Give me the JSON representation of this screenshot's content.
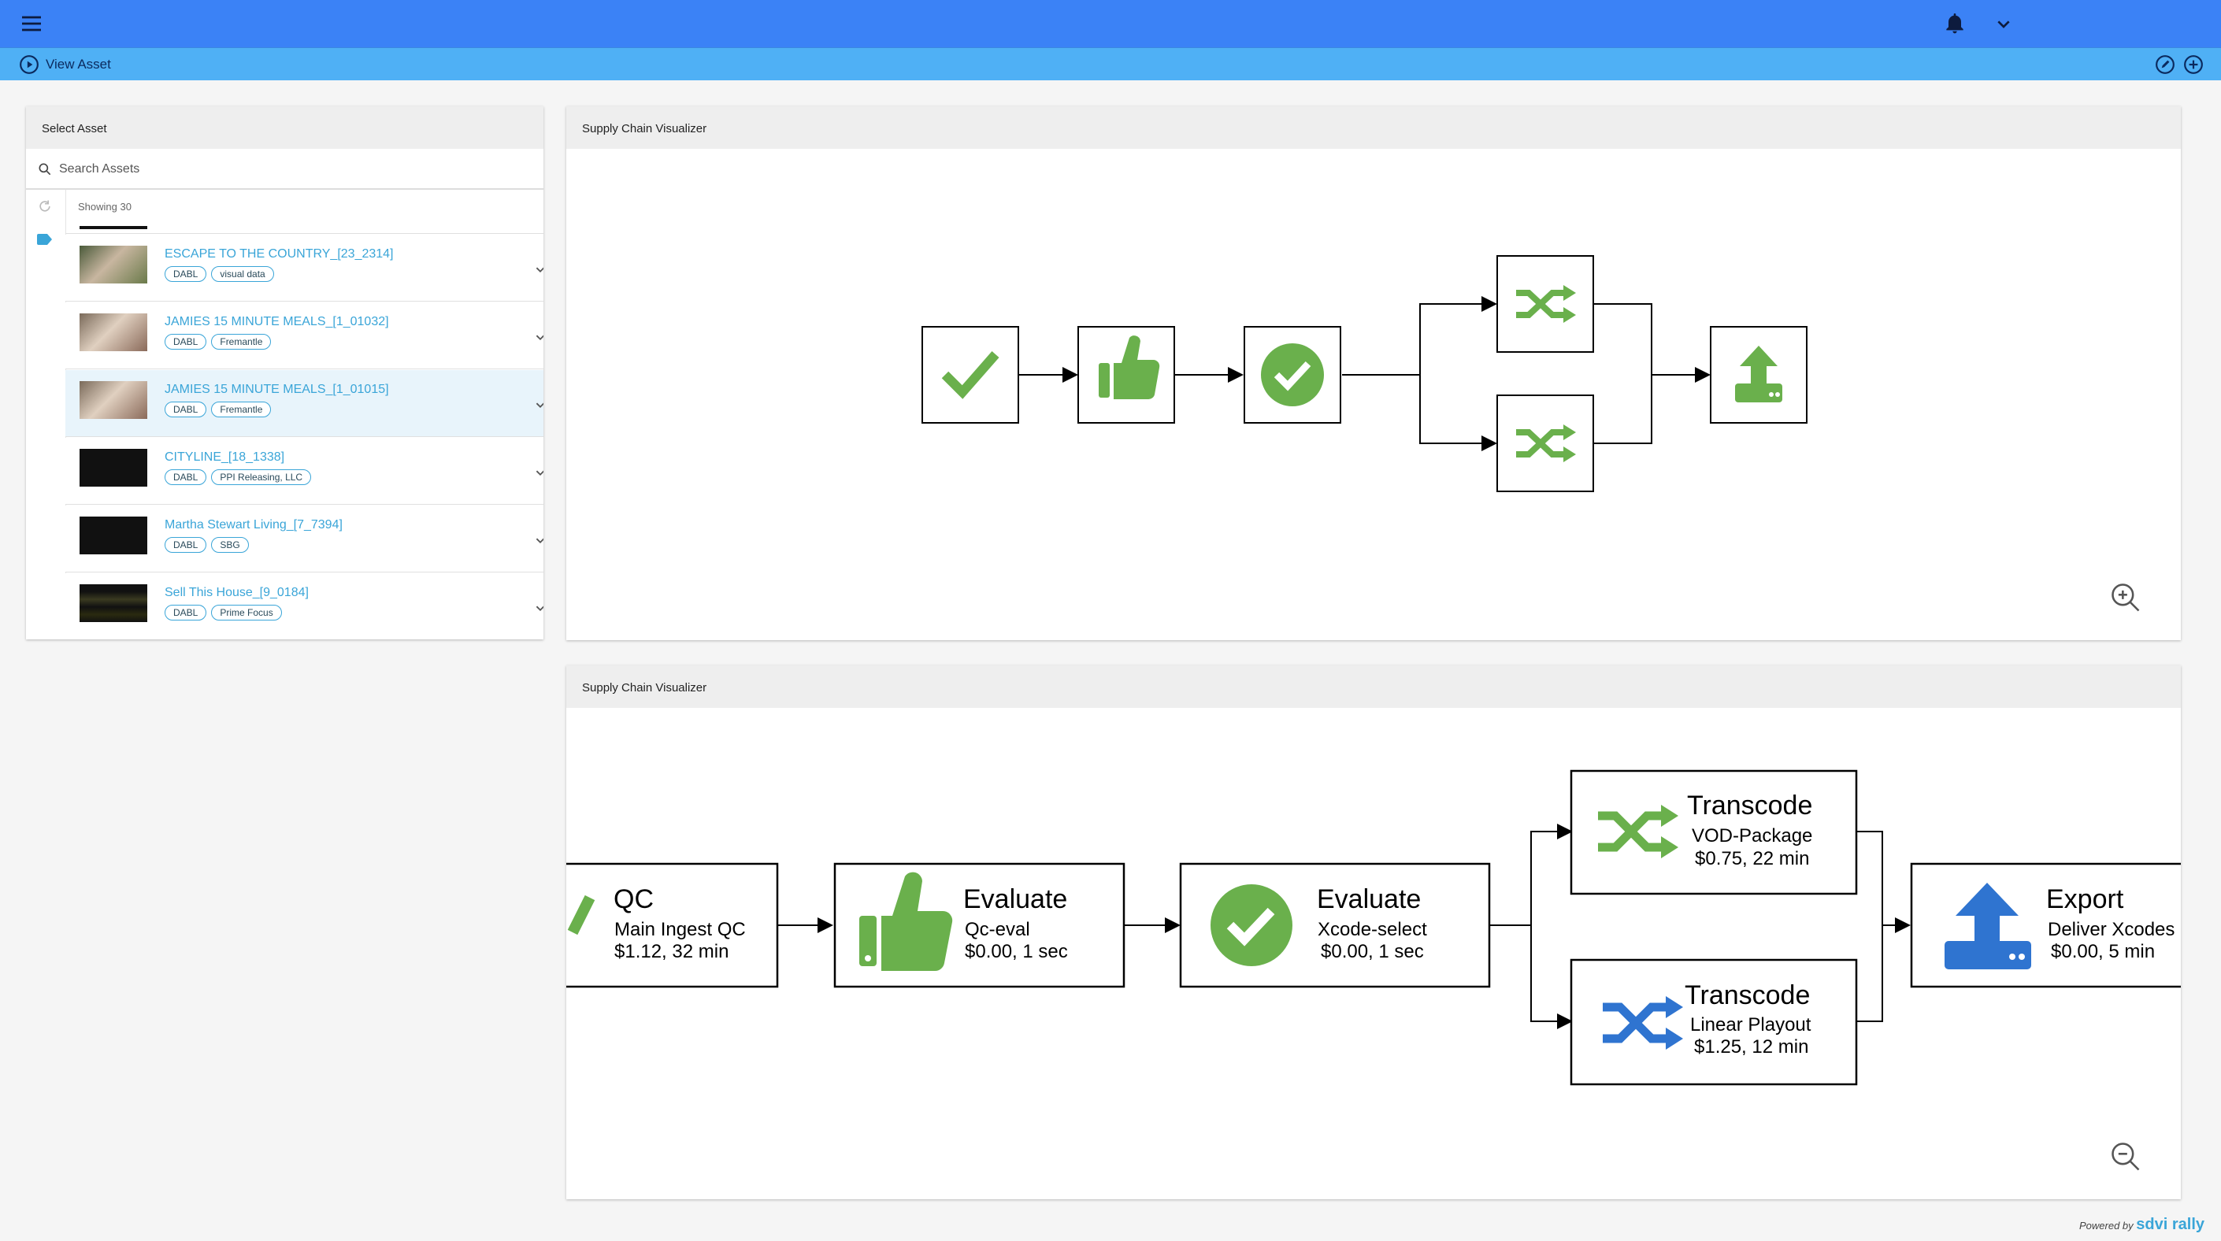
{
  "header": {
    "subtitle": "View Asset"
  },
  "select_panel": {
    "title": "Select Assets",
    "title_display": "Select Asset",
    "search_placeholder": "Search Assets",
    "showing": "Showing 30",
    "assets": [
      {
        "title": "ESCAPE TO THE COUNTRY_[23_2314]",
        "tags": [
          "DABL",
          "visual data"
        ]
      },
      {
        "title": "JAMIES 15 MINUTE MEALS_[1_01032]",
        "tags": [
          "DABL",
          "Fremantle"
        ]
      },
      {
        "title": "JAMIES 15 MINUTE MEALS_[1_01015]",
        "tags": [
          "DABL",
          "Fremantle"
        ],
        "selected": true
      },
      {
        "title": "CITYLINE_[18_1338]",
        "tags": [
          "DABL",
          "PPI Releasing, LLC"
        ]
      },
      {
        "title": "Martha Stewart Living_[7_7394]",
        "tags": [
          "DABL",
          "SBG"
        ]
      },
      {
        "title": "Sell This House_[9_0184]",
        "tags": [
          "DABL",
          "Prime Focus"
        ]
      }
    ]
  },
  "viz_top": {
    "title": "Supply Chain Visualizer",
    "nodes": [
      "check-icon",
      "thumbs-up-icon",
      "check-circle-icon",
      "shuffle-icon",
      "shuffle-icon",
      "upload-icon"
    ]
  },
  "viz_bottom": {
    "title": "Supply Chain Visualizer",
    "nodes": [
      {
        "name": "QC",
        "detail": "Main Ingest QC",
        "cost": "$1.12, 32 min",
        "icon": "check-icon",
        "color": "#6ab04c"
      },
      {
        "name": "Evaluate",
        "detail": "Qc-eval",
        "cost": "$0.00, 1 sec",
        "icon": "thumbs-up-icon",
        "color": "#6ab04c"
      },
      {
        "name": "Evaluate",
        "detail": "Xcode-select",
        "cost": "$0.00, 1 sec",
        "icon": "check-circle-icon",
        "color": "#6ab04c"
      },
      {
        "name": "Transcode",
        "detail": "VOD-Package",
        "cost": "$0.75, 22 min",
        "icon": "shuffle-icon",
        "color": "#6ab04c"
      },
      {
        "name": "Transcode",
        "detail": "Linear Playout",
        "cost": "$1.25, 12 min",
        "icon": "shuffle-icon",
        "color": "#2f74d0"
      },
      {
        "name": "Export",
        "detail": "Deliver Xcodes",
        "cost": "$0.00, 5 min",
        "icon": "upload-icon",
        "color": "#2f74d0"
      }
    ]
  },
  "footer": {
    "powered_by": "Powered by",
    "brand": "sdvi rally"
  },
  "colors": {
    "topbar": "#3b82f6",
    "subbar": "#4fb0f5",
    "green": "#6ab04c",
    "blue": "#2f74d0",
    "link": "#3aa5d8"
  }
}
